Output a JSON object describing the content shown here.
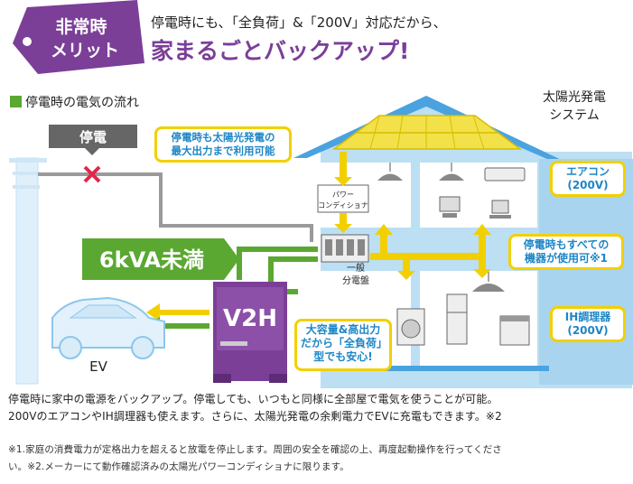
{
  "tag": {
    "line1": "非常時",
    "line2": "メリット"
  },
  "headline": {
    "sub": "停電時にも、「全負荷」&「200V」対応だから、",
    "main": "家まるごとバックアップ!"
  },
  "legend": {
    "label": "停電時の電気の流れ"
  },
  "labels": {
    "solar_system_line1": "太陽光発電",
    "solar_system_line2": "システム",
    "outage": "停電",
    "power_conditioner_line1": "パワー",
    "power_conditioner_line2": "コンディショナ",
    "panel_line1": "一般",
    "panel_line2": "分電盤",
    "capacity": "6kVA未満",
    "v2h": "V2H",
    "ev": "EV"
  },
  "callouts": {
    "solar_max_line1": "停電時も太陽光発電の",
    "solar_max_line2": "最大出力まで利用可能",
    "aircon_line1": "エアコン",
    "aircon_line2": "(200V)",
    "all_devices_line1": "停電時もすべての",
    "all_devices_line2": "機器が使用可※1",
    "ih_line1": "IH調理器",
    "ih_line2": "(200V)",
    "full_load_line1": "大容量&高出力",
    "full_load_line2": "だから「全負荷」",
    "full_load_line3": "型でも安心!"
  },
  "body_text": {
    "line1": "停電時に家中の電源をバックアップ。停電しても、いつもと同様に全部屋で電気を使うことが可能。",
    "line2": "200VのエアコンやIH調理器も使えます。さらに、太陽光発電の余剰電力でEVに充電もできます。※2"
  },
  "notes": {
    "line1": "※1.家庭の消費電力が定格出力を超えると放電を停止します。周囲の安全を確認の上、再度起動操作を行ってくださ",
    "line2": "い。※2.メーカーにて動作確認済みの太陽光パワーコンディショナに限ります。"
  },
  "colors": {
    "purple": "#7b3f98",
    "green": "#5aa832",
    "yellow": "#f2d000",
    "house_blue": "#a8d4f0",
    "house_dark": "#4aa3df",
    "callout_text": "#1e86c6",
    "red": "#e2264d"
  }
}
